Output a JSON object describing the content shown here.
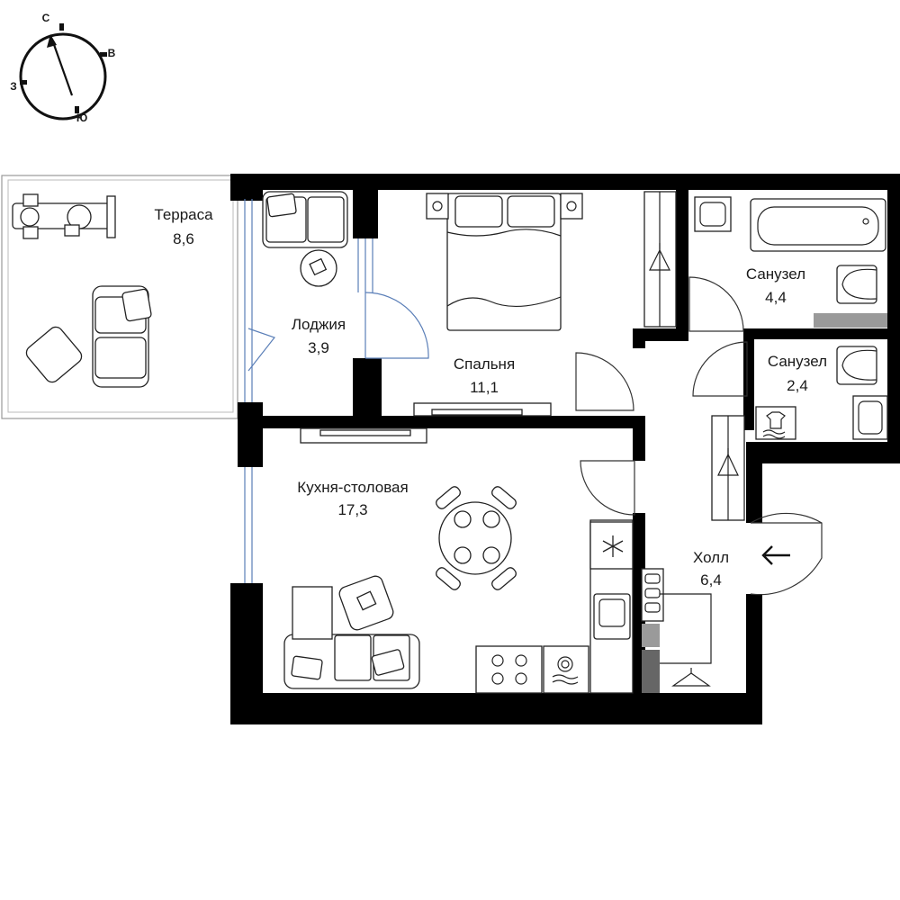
{
  "compass": {
    "north": "С",
    "east": "В",
    "south": "Ю",
    "west": "З"
  },
  "rooms": [
    {
      "name": "Терраса",
      "area": "8,6"
    },
    {
      "name": "Лоджия",
      "area": "3,9"
    },
    {
      "name": "Спальня",
      "area": "11,1"
    },
    {
      "name": "Санузел",
      "area": "4,4"
    },
    {
      "name": "Санузел",
      "area": "2,4"
    },
    {
      "name": "Кухня-столовая",
      "area": "17,3"
    },
    {
      "name": "Холл",
      "area": "6,4"
    }
  ],
  "icons": {
    "entrance": "arrow-left-icon",
    "freezer": "snowflake-icon",
    "washer": "washing-machine-icon",
    "hanger": "hanger-icon"
  },
  "colors": {
    "wall": "#000000",
    "window": "#5b7fb8",
    "line": "#222222",
    "shaft": "#9a9a9a"
  }
}
